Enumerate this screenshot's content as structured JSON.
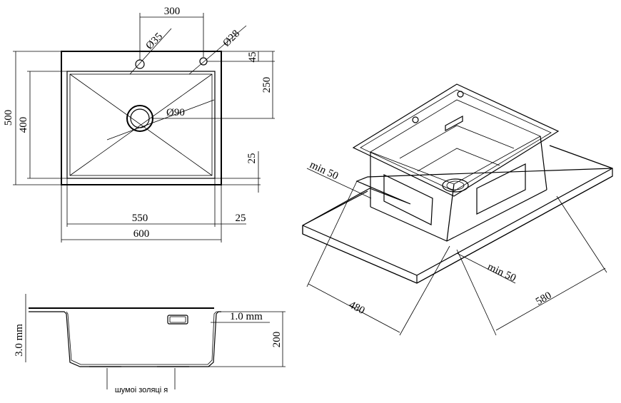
{
  "top_view": {
    "dim_hole_spacing": "300",
    "dim_hole_small_diameter": "Ø35",
    "dim_hole_tap_diameter": "Ø28",
    "dim_hole_offset": "45",
    "dim_drain_offset": "250",
    "dim_drain_diameter": "Ø90",
    "dim_total_depth": "500",
    "dim_bowl_depth": "400",
    "dim_bowl_margin": "25",
    "dim_bowl_width": "550",
    "dim_side_margin": "25",
    "dim_total_width": "600"
  },
  "iso_view": {
    "dim_min_left": "min 50",
    "dim_min_front": "min 50",
    "dim_cutout_depth": "480",
    "dim_cutout_width": "580"
  },
  "section_view": {
    "dim_sheet_thickness": "3.0 mm",
    "dim_wall_thickness": "1.0 mm",
    "dim_bowl_height": "200",
    "label_noise_insulation": "шумоі золяці я"
  }
}
